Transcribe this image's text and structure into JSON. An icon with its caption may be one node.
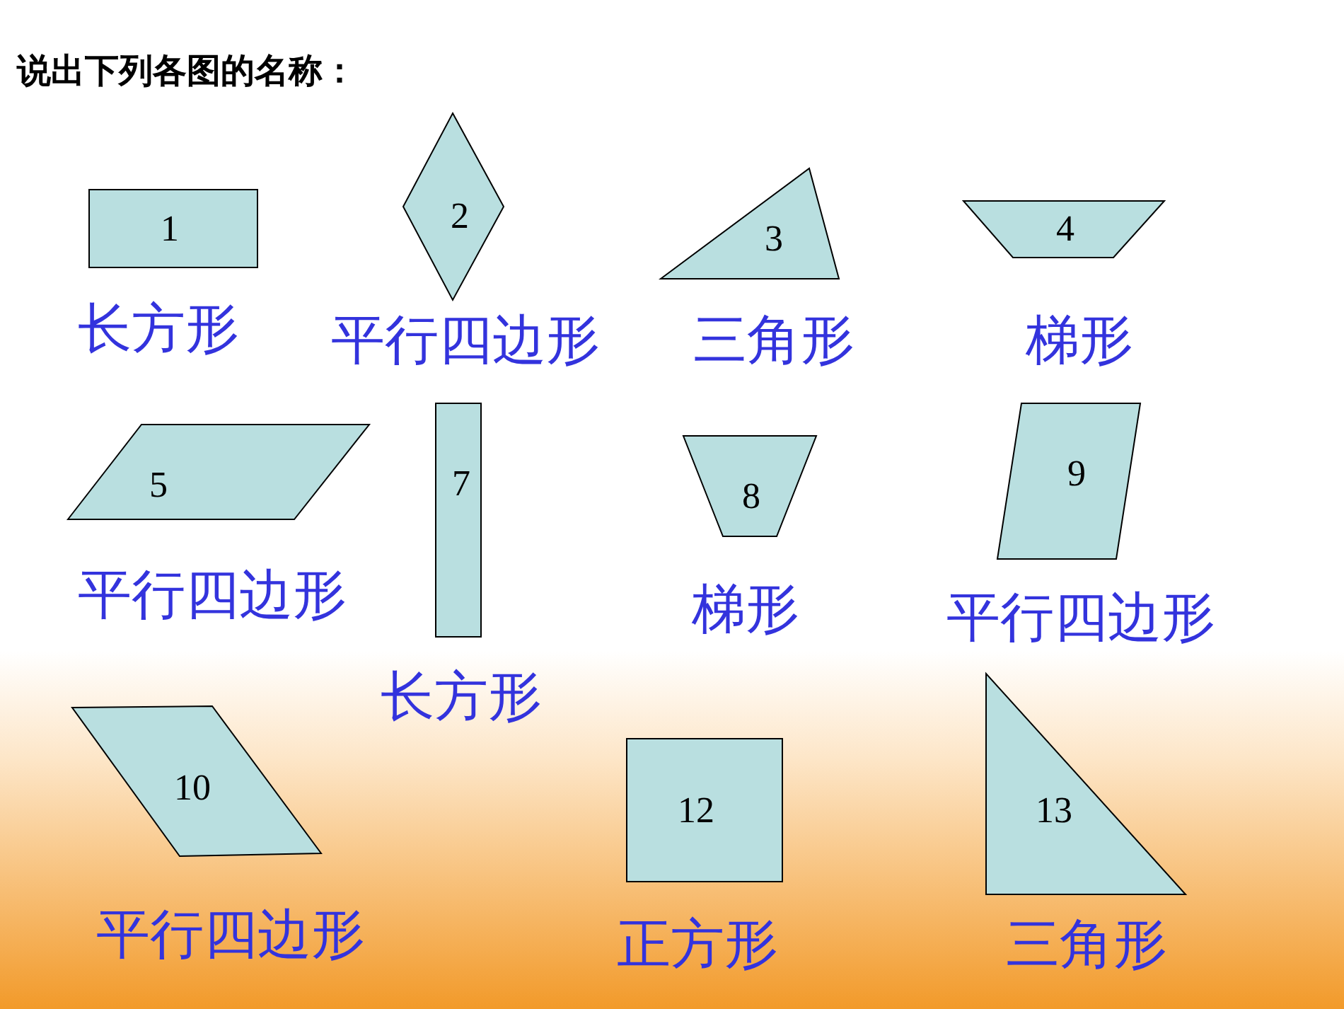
{
  "diagram": {
    "title": "说出下列各图的名称：",
    "nodes": [
      {
        "text": [
          "1"
        ],
        "beside": [
          "长方形"
        ]
      },
      {
        "text": [
          "2"
        ],
        "beside": [
          "平行四边形"
        ]
      },
      {
        "text": [
          "3"
        ],
        "beside": [
          "三角形"
        ]
      },
      {
        "text": [
          "4"
        ],
        "beside": [
          "梯形"
        ]
      },
      {
        "text": [
          "5"
        ],
        "beside": [
          "平行四边形"
        ]
      },
      {
        "text": [
          "7"
        ],
        "beside": [
          "长方形"
        ]
      },
      {
        "text": [
          "8"
        ],
        "beside": [
          "梯形"
        ]
      },
      {
        "text": [
          "9"
        ],
        "beside": [
          "平行四边形"
        ]
      },
      {
        "text": [
          "10"
        ],
        "beside": [
          "平行四边形"
        ]
      },
      {
        "text": [
          "12"
        ],
        "beside": [
          "正方形"
        ]
      },
      {
        "text": [
          "13"
        ],
        "beside": [
          "三角形"
        ]
      }
    ]
  }
}
